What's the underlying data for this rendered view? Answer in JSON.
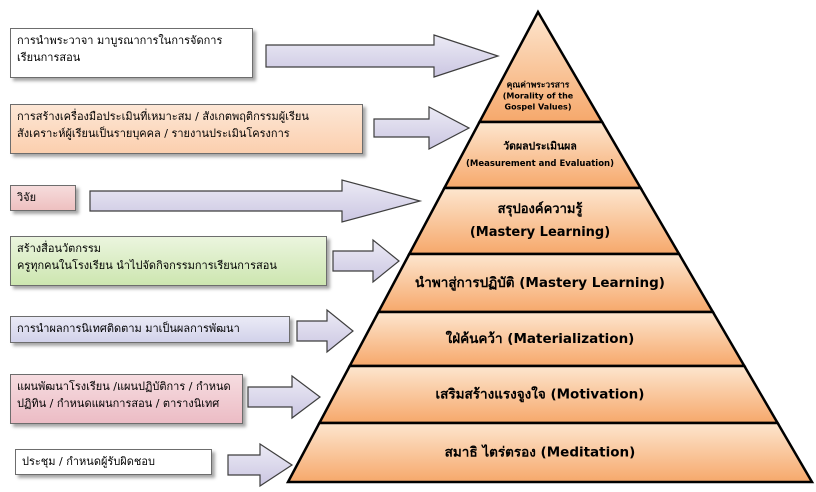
{
  "colors": {
    "pyramid_fill_top": "#fde6cf",
    "pyramid_fill_bottom": "#f6a86b",
    "pyramid_stroke": "#000000",
    "arrow_fill": "#dcd8ec",
    "arrow_stroke": "#3e3e3e",
    "box_white": "#ffffff",
    "box_peach": "#fbd3b4",
    "box_pink": "#f0cccc",
    "box_green": "#d8ecc0",
    "box_lavender": "#dcdcee",
    "box_rose": "#f0c8cf"
  },
  "left_boxes": [
    {
      "lines": [
        "การนำพระวาจา มาบูรณาการในการจัดการ",
        "เรียนการสอน"
      ]
    },
    {
      "lines": [
        "การสร้างเครื่องมือประเมินที่เหมาะสม / สังเกตพฤติกรรมผู้เรียน",
        "สังเคราะห์ผู้เรียนเป็นรายบุคคล / รายงานประเมินโครงการ"
      ]
    },
    {
      "lines": [
        "วิจัย"
      ]
    },
    {
      "lines": [
        "สร้างสื่อนวัตกรรม",
        "ครูทุกคนในโรงเรียน นำไปจัดกิจกรรมการเรียนการสอน"
      ]
    },
    {
      "lines": [
        "การนำผลการนิเทศติดตาม มาเป็นผลการพัฒนา"
      ]
    },
    {
      "lines": [
        "แผนพัฒนาโรงเรียน /แผนปฏิบัติการ / กำหนด",
        "ปฏิทิน / กำหนดแผนการสอน / ตารางนิเทศ"
      ]
    },
    {
      "lines": [
        "ประชุม / กำหนดผู้รับผิดชอบ"
      ]
    }
  ],
  "pyramid_levels": [
    {
      "lines": [
        "คุณค่าพระวรสาร",
        "(Morality of the",
        "Gospel Values)"
      ]
    },
    {
      "lines": [
        "วัดผลประเมินผล",
        "(Measurement and Evaluation)"
      ]
    },
    {
      "lines": [
        "สรุปองค์ความรู้",
        "(Mastery Learning)"
      ]
    },
    {
      "lines": [
        "นำพาสู่การปฏิบัติ (Mastery Learning)"
      ]
    },
    {
      "lines": [
        "ใฝ่ค้นคว้า (Materialization)"
      ]
    },
    {
      "lines": [
        "เสริมสร้างแรงจูงใจ (Motivation)"
      ]
    },
    {
      "lines": [
        "สมาธิ ไตร่ตรอง (Meditation)"
      ]
    }
  ]
}
